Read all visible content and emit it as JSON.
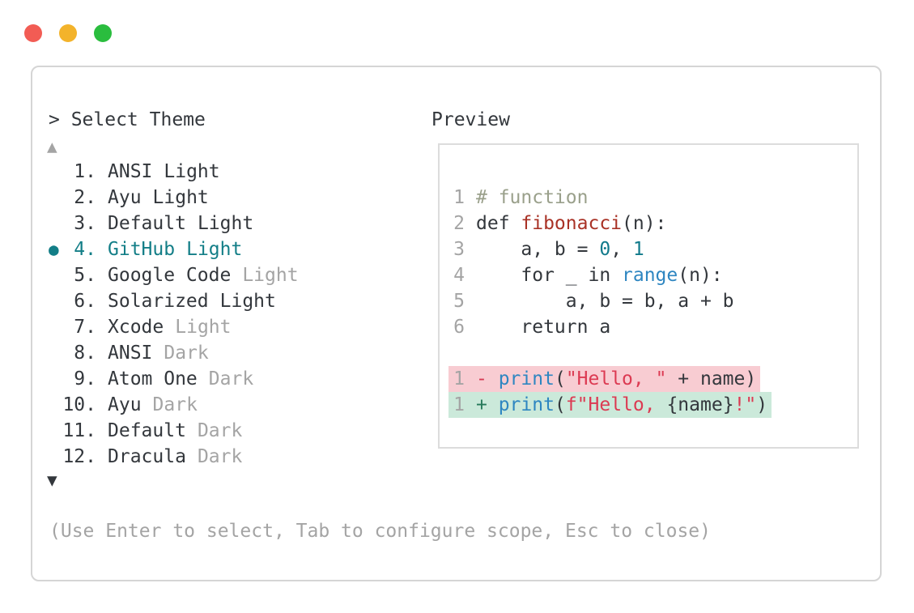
{
  "window": {
    "controls": [
      {
        "name": "close",
        "color": "#f25c54"
      },
      {
        "name": "minimize",
        "color": "#f3b32b"
      },
      {
        "name": "zoom",
        "color": "#2abd3e"
      }
    ]
  },
  "theme_picker": {
    "prompt": "> Select Theme",
    "scroll_up": "▲",
    "scroll_down": "▼",
    "items": [
      {
        "index": "1.",
        "name": "ANSI",
        "variant": "Light",
        "variant_muted": false,
        "selected": false
      },
      {
        "index": "2.",
        "name": "Ayu",
        "variant": "Light",
        "variant_muted": false,
        "selected": false
      },
      {
        "index": "3.",
        "name": "Default",
        "variant": "Light",
        "variant_muted": false,
        "selected": false
      },
      {
        "index": "4.",
        "name": "GitHub",
        "variant": "Light",
        "variant_muted": false,
        "selected": true
      },
      {
        "index": "5.",
        "name": "Google Code",
        "variant": "Light",
        "variant_muted": true,
        "selected": false
      },
      {
        "index": "6.",
        "name": "Solarized",
        "variant": "Light",
        "variant_muted": false,
        "selected": false
      },
      {
        "index": "7.",
        "name": "Xcode",
        "variant": "Light",
        "variant_muted": true,
        "selected": false
      },
      {
        "index": "8.",
        "name": "ANSI",
        "variant": "Dark",
        "variant_muted": true,
        "selected": false
      },
      {
        "index": "9.",
        "name": "Atom One",
        "variant": "Dark",
        "variant_muted": true,
        "selected": false
      },
      {
        "index": "10.",
        "name": "Ayu",
        "variant": "Dark",
        "variant_muted": true,
        "selected": false
      },
      {
        "index": "11.",
        "name": "Default",
        "variant": "Dark",
        "variant_muted": true,
        "selected": false
      },
      {
        "index": "12.",
        "name": "Dracula",
        "variant": "Dark",
        "variant_muted": true,
        "selected": false
      }
    ],
    "footer_hint": "(Use Enter to select, Tab to configure scope, Esc to close)"
  },
  "preview": {
    "label": "Preview",
    "lines": [
      {
        "num": "1",
        "tokens": [
          {
            "text": "# function",
            "style": "comment"
          }
        ]
      },
      {
        "num": "2",
        "tokens": [
          {
            "text": "def ",
            "style": "plain"
          },
          {
            "text": "fibonacci",
            "style": "function"
          },
          {
            "text": "(n):",
            "style": "plain"
          }
        ]
      },
      {
        "num": "3",
        "tokens": [
          {
            "text": "    a, b = ",
            "style": "plain"
          },
          {
            "text": "0",
            "style": "number"
          },
          {
            "text": ", ",
            "style": "plain"
          },
          {
            "text": "1",
            "style": "number"
          }
        ]
      },
      {
        "num": "4",
        "tokens": [
          {
            "text": "    for _ in ",
            "style": "plain"
          },
          {
            "text": "range",
            "style": "builtin"
          },
          {
            "text": "(n):",
            "style": "plain"
          }
        ]
      },
      {
        "num": "5",
        "tokens": [
          {
            "text": "        a, b = b, a + b",
            "style": "plain"
          }
        ]
      },
      {
        "num": "6",
        "tokens": [
          {
            "text": "    return a",
            "style": "plain"
          }
        ]
      },
      {
        "blank": true
      },
      {
        "num": "1",
        "diff": "deletion",
        "tokens": [
          {
            "text": "- ",
            "style": "diff-del"
          },
          {
            "text": "print",
            "style": "builtin"
          },
          {
            "text": "(",
            "style": "plain"
          },
          {
            "text": "\"Hello, \"",
            "style": "string"
          },
          {
            "text": " + name)",
            "style": "plain"
          }
        ]
      },
      {
        "num": "1",
        "diff": "addition",
        "tokens": [
          {
            "text": "+ ",
            "style": "diff-add"
          },
          {
            "text": "print",
            "style": "builtin"
          },
          {
            "text": "(",
            "style": "plain"
          },
          {
            "text": "f",
            "style": "string"
          },
          {
            "text": "\"Hello, ",
            "style": "string"
          },
          {
            "text": "{name}",
            "style": "plain"
          },
          {
            "text": "!\"",
            "style": "string"
          },
          {
            "text": ")",
            "style": "plain"
          }
        ]
      }
    ]
  },
  "colors": {
    "text": "#33373c",
    "muted": "#a4a4a4",
    "selection_teal": "#137e87",
    "comment": "#9aa08b",
    "function_red": "#a93226",
    "number_teal": "#117a8b",
    "builtin_blue": "#2e86c1",
    "string_crimson": "#dc3a52",
    "diff_del_fg": "#d63a52",
    "diff_add_fg": "#26795a",
    "diff_del_bg": "#f8ccd2",
    "diff_add_bg": "#cbe9da",
    "panel_border": "#d5d5d5",
    "preview_border": "#dcdcdc"
  }
}
